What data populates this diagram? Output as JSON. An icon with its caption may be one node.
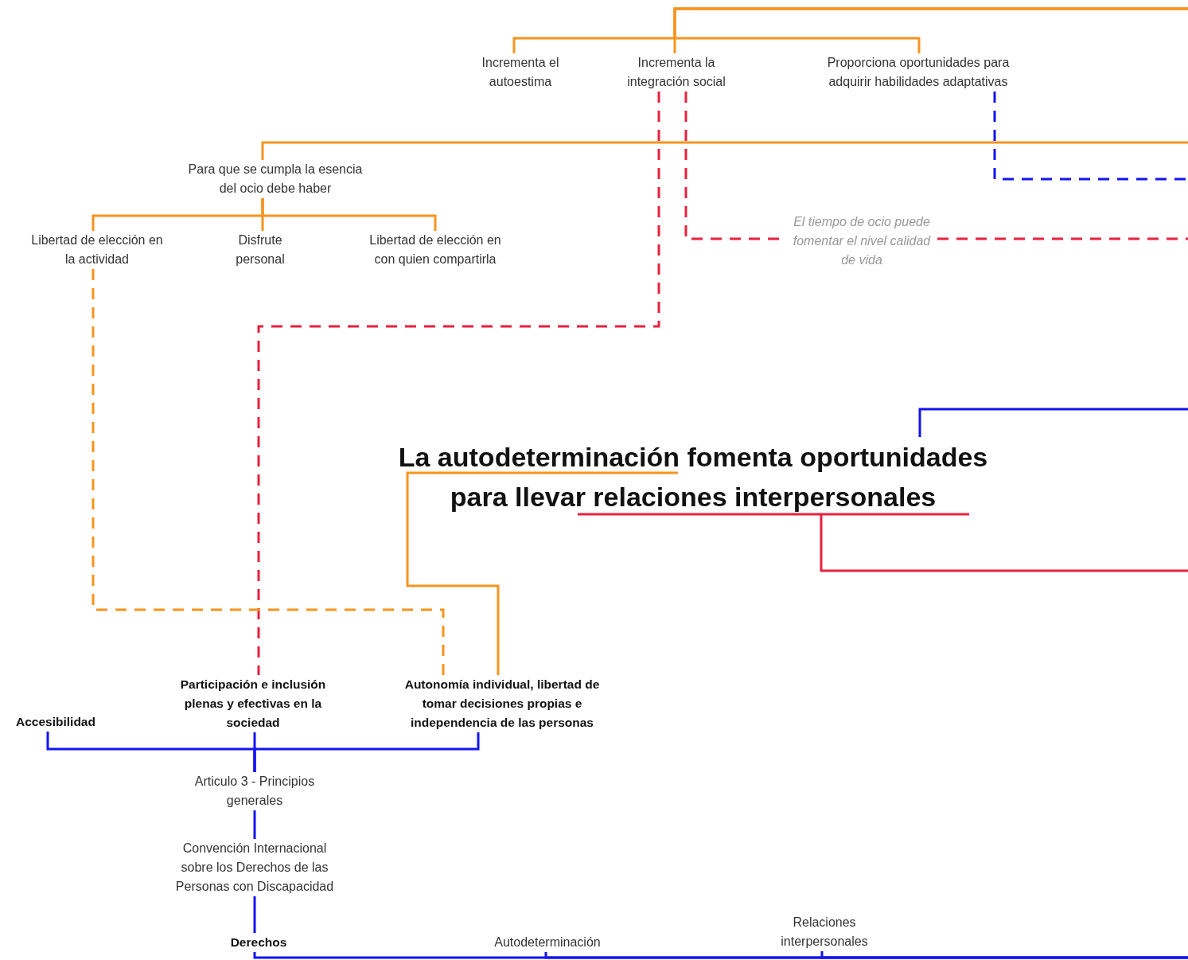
{
  "diagram": {
    "nodes": [
      {
        "text": [
          "Incrementa el autoestima"
        ]
      },
      {
        "text": [
          "Incrementa la integración social"
        ]
      },
      {
        "text": [
          "Proporciona oportunidades para adquirir habilidades adaptativas"
        ]
      },
      {
        "text": [
          "Para que se cumpla la esencia del ocio debe haber"
        ]
      },
      {
        "text": [
          "Libertad de elección en la actividad"
        ]
      },
      {
        "text": [
          "Disfrute personal"
        ]
      },
      {
        "text": [
          "Libertad de elección en con quien compartirla"
        ]
      },
      {
        "text": [
          "El tiempo de ocio puede fomentar el nivel calidad de vida"
        ]
      },
      {
        "text": [
          "La autodeterminación fomenta oportunidades para llevar relaciones interpersonales"
        ]
      },
      {
        "text": [
          "Participación e inclusión plenas y efectivas en la sociedad"
        ]
      },
      {
        "text": [
          "Autonomía individual, libertad de tomar decisiones propias e independencia de las personas"
        ]
      },
      {
        "text": [
          "Accesibilidad"
        ]
      },
      {
        "text": [
          "Articulo 3 - Principios generales"
        ]
      },
      {
        "text": [
          "Convención Internacional sobre los Derechos de las Personas con Discapacidad"
        ]
      },
      {
        "text": [
          "Derechos"
        ]
      },
      {
        "text": [
          "Autodeterminación"
        ]
      },
      {
        "text": [
          "Relaciones interpersonales"
        ]
      }
    ],
    "edges": [
      {
        "from": null,
        "to": 0,
        "arrow": "none",
        "color": "#f7941d"
      },
      {
        "from": null,
        "to": 1,
        "arrow": "none",
        "color": "#f7941d"
      },
      {
        "from": null,
        "to": 2,
        "arrow": "none",
        "color": "#f7941d"
      },
      {
        "from": null,
        "to": 3,
        "arrow": "none",
        "color": "#f7941d"
      },
      {
        "from": 3,
        "to": 4,
        "arrow": "none",
        "color": "#f7941d"
      },
      {
        "from": 3,
        "to": 5,
        "arrow": "none",
        "color": "#f7941d"
      },
      {
        "from": 3,
        "to": 6,
        "arrow": "none",
        "color": "#f7941d"
      },
      {
        "from": 1,
        "to": 9,
        "arrow": "none",
        "style": "dashed",
        "color": "#e8213f"
      },
      {
        "from": 1,
        "to": 7,
        "arrow": "none",
        "style": "dashed",
        "color": "#e8213f"
      },
      {
        "from": 7,
        "to": null,
        "arrow": "none",
        "style": "dashed",
        "color": "#e8213f"
      },
      {
        "from": 2,
        "to": null,
        "arrow": "none",
        "style": "dashed"
      },
      {
        "from": 4,
        "to": 10,
        "arrow": "none",
        "style": "dashed",
        "color": "#f7941d"
      },
      {
        "from": 8,
        "to": 10,
        "arrow": "none",
        "color": "#f7941d"
      },
      {
        "from": null,
        "to": 8,
        "arrow": "none"
      },
      {
        "from": 8,
        "to": null,
        "arrow": "none",
        "color": "#e8213f"
      },
      {
        "from": 12,
        "to": 11,
        "arrow": "none"
      },
      {
        "from": 12,
        "to": 9,
        "arrow": "none"
      },
      {
        "from": 12,
        "to": 10,
        "arrow": "none"
      },
      {
        "from": 12,
        "to": 13,
        "arrow": "none"
      },
      {
        "from": 13,
        "to": 14,
        "arrow": "none"
      },
      {
        "from": null,
        "to": 14,
        "arrow": "none"
      },
      {
        "from": null,
        "to": 15,
        "arrow": "none"
      },
      {
        "from": null,
        "to": 16,
        "arrow": "none"
      }
    ]
  }
}
